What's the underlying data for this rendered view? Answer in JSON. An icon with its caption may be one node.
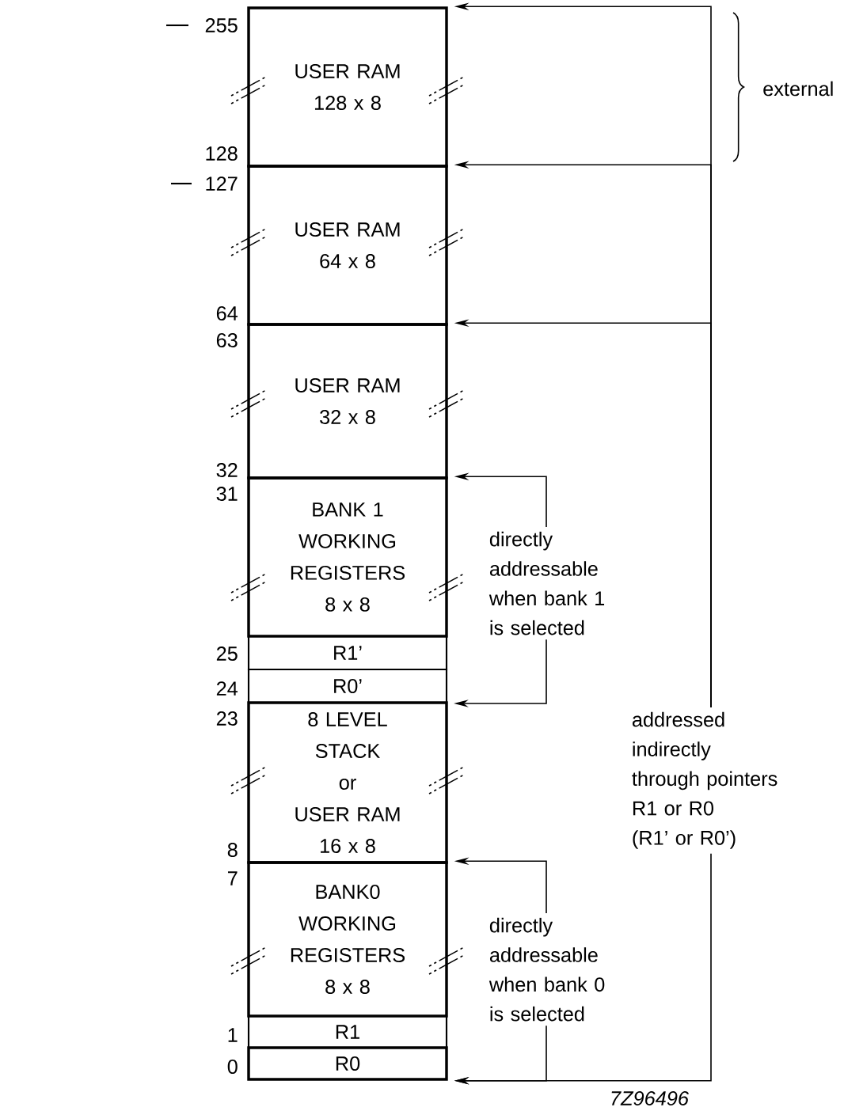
{
  "diagram": {
    "nodes": [
      {
        "text": [
          "USER RAM 128 x 8"
        ]
      },
      {
        "text": [
          "USER RAM 64 x 8"
        ]
      },
      {
        "text": [
          "USER RAM 32 x 8"
        ]
      },
      {
        "text": [
          "BANK 1 WORKING REGISTERS 8 x 8"
        ]
      },
      {
        "text": [
          "R1’"
        ]
      },
      {
        "text": [
          "R0’"
        ]
      },
      {
        "text": [
          "8 LEVEL STACK",
          "or",
          "USER RAM 16 x 8"
        ]
      },
      {
        "text": [
          "BANK0 WORKING REGISTERS 8 x 8"
        ]
      },
      {
        "text": [
          "R1"
        ]
      },
      {
        "text": [
          "R0"
        ]
      },
      {
        "text": [
          "directly addressable when bank 1 is selected"
        ]
      },
      {
        "text": [
          "directly addressable when bank 0 is selected"
        ]
      },
      {
        "text": [
          "addressed indirectly through pointers R1 or R0",
          "(R1’ or R0’)"
        ]
      }
    ],
    "edges": [
      {
        "from": 10,
        "to": 3,
        "arrow": "to"
      },
      {
        "from": 10,
        "to": 5,
        "arrow": "to"
      },
      {
        "from": 11,
        "to": 7,
        "arrow": "to"
      },
      {
        "from": 11,
        "to": 9,
        "arrow": "to"
      },
      {
        "from": 12,
        "to": 0,
        "arrow": "to"
      },
      {
        "from": 12,
        "to": 1,
        "arrow": "to"
      },
      {
        "from": 12,
        "to": 2,
        "arrow": "to"
      },
      {
        "from": 12,
        "to": 9,
        "arrow": "to"
      }
    ],
    "labels": [
      "255",
      "128",
      "127",
      "64",
      "63",
      "32",
      "31",
      "25",
      "24",
      "23",
      "8",
      "7",
      "1",
      "0",
      "external",
      "7Z96496"
    ]
  }
}
